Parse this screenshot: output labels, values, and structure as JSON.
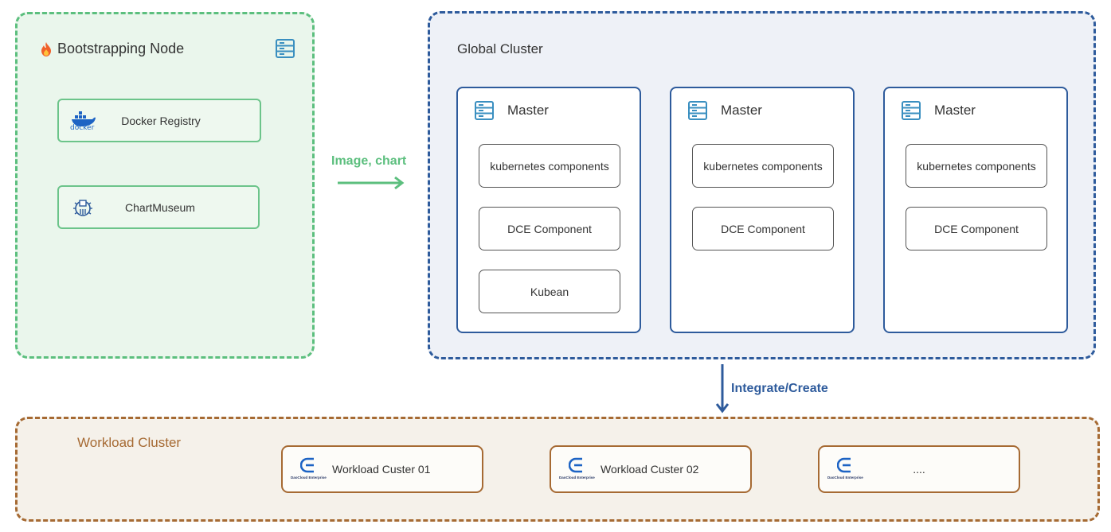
{
  "bootstrapping_node": {
    "title": "Bootstrapping Node",
    "items": [
      {
        "label": "Docker Registry",
        "icon": "docker-icon",
        "icon_text": "docker"
      },
      {
        "label": "ChartMuseum",
        "icon": "chartmuseum-icon"
      }
    ]
  },
  "arrow_image_chart": {
    "label": "Image, chart"
  },
  "global_cluster": {
    "title": "Global Cluster",
    "masters": [
      {
        "title": "Master",
        "components": [
          "kubernetes components",
          "DCE Component",
          "Kubean"
        ]
      },
      {
        "title": "Master",
        "components": [
          "kubernetes components",
          "DCE Component"
        ]
      },
      {
        "title": "Master",
        "components": [
          "kubernetes components",
          "DCE Component"
        ]
      }
    ]
  },
  "arrow_integrate": {
    "label": "Integrate/Create"
  },
  "workload_cluster": {
    "title": "Workload Cluster",
    "clusters": [
      {
        "label": "Workload Custer 01",
        "logo_text": "DaoCloud Enterprise"
      },
      {
        "label": "Workload Custer 02",
        "logo_text": "DaoCloud Enterprise"
      },
      {
        "label": "....",
        "logo_text": "DaoCloud Enterprise"
      }
    ]
  },
  "colors": {
    "green": "#5cbf7e",
    "blue": "#2e5b9c",
    "brown": "#a66a33",
    "server_icon": "#3a8fc0"
  }
}
